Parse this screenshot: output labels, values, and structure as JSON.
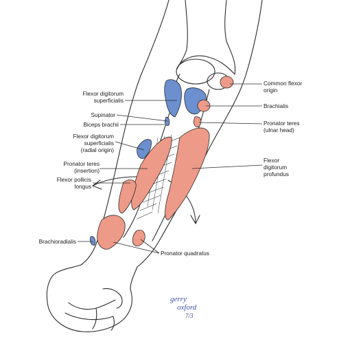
{
  "colors": {
    "origin_blue": "#6b8fcf",
    "insertion_salmon": "#ee9a88",
    "line": "#2a2a2a",
    "signature": "#3b4fa8"
  },
  "labels": {
    "fds": [
      "Flexor digitorum",
      "superficialis"
    ],
    "supinator": "Supinator",
    "biceps": "Biceps brachii",
    "fds_radial": [
      "Flexor digitorum",
      "superficialis",
      "(radial origin)"
    ],
    "pronator_insertion": [
      "Pronator teres",
      "(insertion)"
    ],
    "fpl": [
      "Flexor pollicis",
      "longus"
    ],
    "brachioradialis": "Brachioradialis",
    "common_flexor": [
      "Common flexor",
      "origin"
    ],
    "brachialis": "Brachialis",
    "pronator_ulnar": [
      "Pronator teres",
      "(ulnar head)"
    ],
    "fdp": [
      "Flexor",
      "digitorum",
      "profundus"
    ],
    "pronator_quadratus": "Pronator quadratus"
  },
  "signature_text": [
    "gerry",
    "oxford",
    "7/3"
  ]
}
